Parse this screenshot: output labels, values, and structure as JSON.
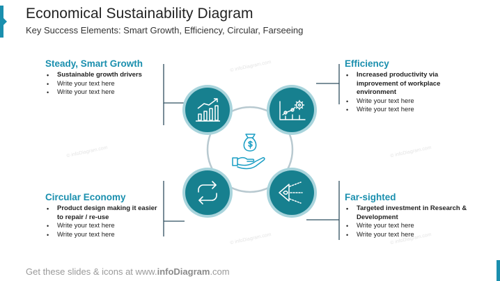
{
  "header": {
    "title": "Economical Sustainability Diagram",
    "subtitle": "Key Success Elements: Smart Growth, Efficiency, Circular, Farseeing"
  },
  "footer": {
    "prefix": "Get these slides & icons at www.",
    "brand": "infoDiagram",
    "suffix": ".com"
  },
  "watermark": "© infoDiagram.com",
  "colors": {
    "accent": "#1a8fae",
    "circle_fill": "#17808f",
    "ring": "#b8c9d0",
    "connector": "#2f4f5f"
  },
  "blocks": {
    "smart_growth": {
      "title": "Steady, Smart Growth",
      "items": [
        "Sustainable growth drivers",
        "Write your text here",
        "Write your text here"
      ]
    },
    "efficiency": {
      "title": "Efficiency",
      "items": [
        "Increased productivity via improvement of workplace environment",
        "Write your text here",
        "Write your text here"
      ]
    },
    "circular": {
      "title": "Circular Economy",
      "items": [
        "Product design making it easier to repair / re-use",
        "Write your text here",
        "Write your text here"
      ]
    },
    "farsighted": {
      "title": "Far-sighted",
      "items": [
        "Targeted investment in Research & Development",
        "Write your text here",
        "Write your text here"
      ]
    }
  },
  "icons": {
    "top_left": "growth-chart-icon",
    "top_right": "chart-gear-icon",
    "bottom_left": "circular-arrows-icon",
    "bottom_right": "eye-vision-icon",
    "center": "money-bag-hand-icon"
  }
}
